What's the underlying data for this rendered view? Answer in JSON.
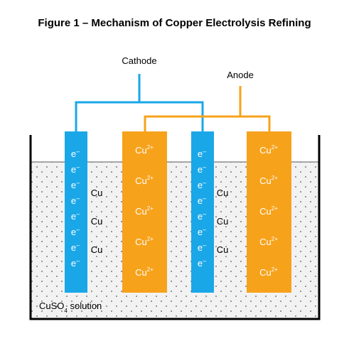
{
  "title": "Figure 1 – Mechanism of Copper Electrolysis Refining",
  "labels": {
    "cathode": "Cathode",
    "anode": "Anode",
    "solution_prefix": "CuSO",
    "solution_subscript": "4",
    "solution_suffix": " solution"
  },
  "ion": {
    "base": "Cu",
    "charge": "2+"
  },
  "electron": {
    "base": "e",
    "charge": "–"
  },
  "copper_atom": "Cu",
  "colors": {
    "cathode": "#1aa7e8",
    "anode": "#f7a21b",
    "tank": "#000000",
    "solution": "#f2f2f2"
  }
}
